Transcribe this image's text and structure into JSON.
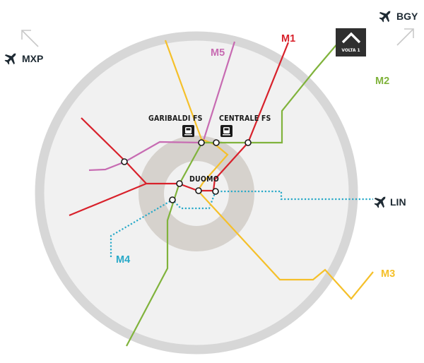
{
  "colors": {
    "m1": "#d8212b",
    "m2": "#80b33c",
    "m3": "#f5c02a",
    "m4": "#27a9c8",
    "m5": "#c76bb2",
    "ring_outer": "#d7d7d7",
    "ring_inner": "#d6d2cd",
    "disc": "#f1f1f1",
    "airport": "#1e2a33",
    "arrow": "#c9c9c9"
  },
  "lines": {
    "m1": {
      "label": "M1"
    },
    "m2": {
      "label": "M2"
    },
    "m3": {
      "label": "M3"
    },
    "m4": {
      "label": "M4"
    },
    "m5": {
      "label": "M5"
    }
  },
  "stations": {
    "garibaldi": {
      "label": "GARIBALDI FS",
      "icon": "train-icon"
    },
    "centrale": {
      "label": "CENTRALE FS",
      "icon": "train-icon"
    },
    "duomo": {
      "label": "DUOMO"
    }
  },
  "airports": {
    "mxp": {
      "label": "MXP",
      "icon": "airplane-icon"
    },
    "bgy": {
      "label": "BGY",
      "icon": "airplane-icon"
    },
    "lin": {
      "label": "LIN",
      "icon": "airplane-icon"
    }
  },
  "logo": {
    "text": "VOLTA 1"
  }
}
